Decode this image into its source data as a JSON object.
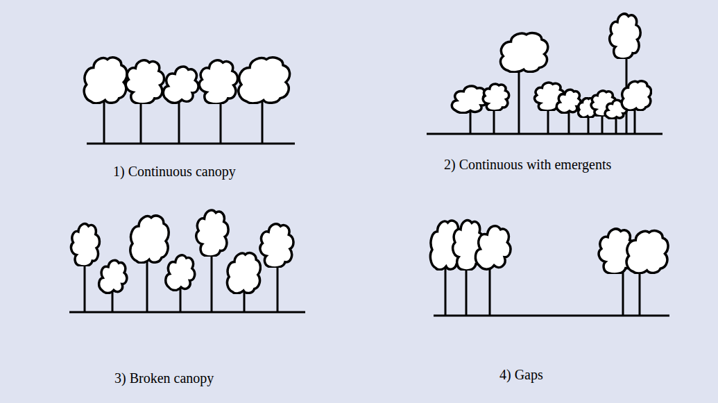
{
  "diagram": {
    "labels": [
      "1) Continuous canopy",
      "2) Continuous with emergents",
      "3) Broken canopy",
      "4) Gaps"
    ]
  }
}
